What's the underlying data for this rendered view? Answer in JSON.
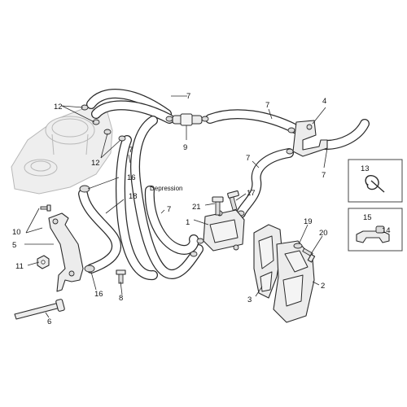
{
  "diagram": {
    "annotation": "Depression",
    "callouts": [
      "1",
      "2",
      "3",
      "4",
      "5",
      "6",
      "7",
      "8",
      "9",
      "10",
      "11",
      "12",
      "13",
      "14",
      "15",
      "16",
      "17",
      "18",
      "19",
      "20",
      "21"
    ],
    "callouts_repeated": {
      "7": [
        "7",
        "7",
        "7",
        "7",
        "7",
        "7"
      ],
      "12": [
        "12",
        "12"
      ],
      "16": [
        "16",
        "16"
      ]
    }
  }
}
